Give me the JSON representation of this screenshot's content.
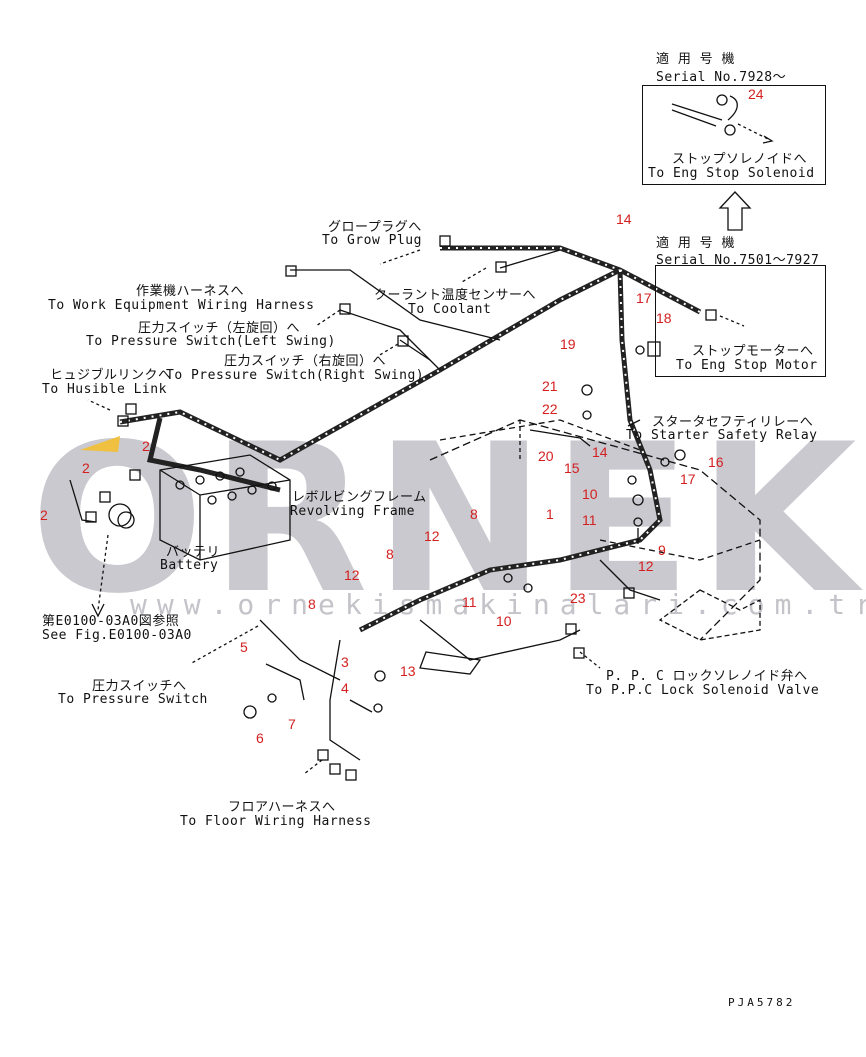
{
  "watermark": {
    "brand": "ORNEK",
    "url": "www.ornekismakinalari.com.tr",
    "color": "#c9c9cf",
    "accent": "#f0c040"
  },
  "labels": {
    "serial_new_jp": "適 用 号 機",
    "serial_new_en": "Serial No.7928～",
    "stop_solenoid_jp": "ストップソレノイドへ",
    "stop_solenoid_en": "To Eng Stop Solenoid",
    "serial_old_jp": "適 用 号 機",
    "serial_old_en": "Serial No.7501～7927",
    "stop_motor_jp": "ストップモーターへ",
    "stop_motor_en": "To Eng Stop Motor",
    "glow_jp": "グロープラグへ",
    "glow_en": "To Grow Plug",
    "work_equip_jp": "作業機ハーネスへ",
    "work_equip_en": "To Work Equipment Wiring Harness",
    "coolant_jp": "クーラント温度センサーへ",
    "coolant_en": "To Coolant",
    "ps_left_jp": "圧力スイッチ（左旋回）へ",
    "ps_left_en": "To Pressure Switch(Left Swing)",
    "ps_right_jp": "圧力スイッチ（右旋回）へ",
    "ps_right_en": "To Pressure Switch(Right Swing)",
    "fusible_jp": "ヒュジブルリンクへ",
    "fusible_en": "To Husible Link",
    "starter_jp": "スタータセフティリレーへ",
    "starter_en": "To Starter Safety Relay",
    "frame_jp": "レボルビングフレーム",
    "frame_en": "Revolving Frame",
    "battery_jp": "バッテリ",
    "battery_en": "Battery",
    "fig_jp": "第E0100-03A0図参照",
    "fig_en": "See Fig.E0100-03A0",
    "ppc_jp": "P. P. C  ロックソレノイド弁へ",
    "ppc_en": "To P.P.C Lock Solenoid Valve",
    "ps_jp": "圧力スイッチへ",
    "ps_en": "To Pressure Switch",
    "floor_jp": "フロアハーネスへ",
    "floor_en": "To Floor Wiring Harness",
    "code": "PJA5782"
  },
  "callouts": {
    "n24": "24",
    "n14a": "14",
    "n17a": "17",
    "n18": "18",
    "n19": "19",
    "n21": "21",
    "n22": "22",
    "n14b": "14",
    "n20": "20",
    "n16": "16",
    "n15": "15",
    "n17b": "17",
    "n10a": "10",
    "n11a": "11",
    "n9": "9",
    "n1": "1",
    "n8a": "8",
    "n12a": "12",
    "n8b": "8",
    "n12b": "12",
    "n11b": "11",
    "n10b": "10",
    "n23": "23",
    "n12c": "12",
    "n8c": "8",
    "n2a": "2",
    "n2b": "2",
    "n2c": "2",
    "n5": "5",
    "n3": "3",
    "n4": "4",
    "n13": "13",
    "n6": "6",
    "n7": "7"
  }
}
